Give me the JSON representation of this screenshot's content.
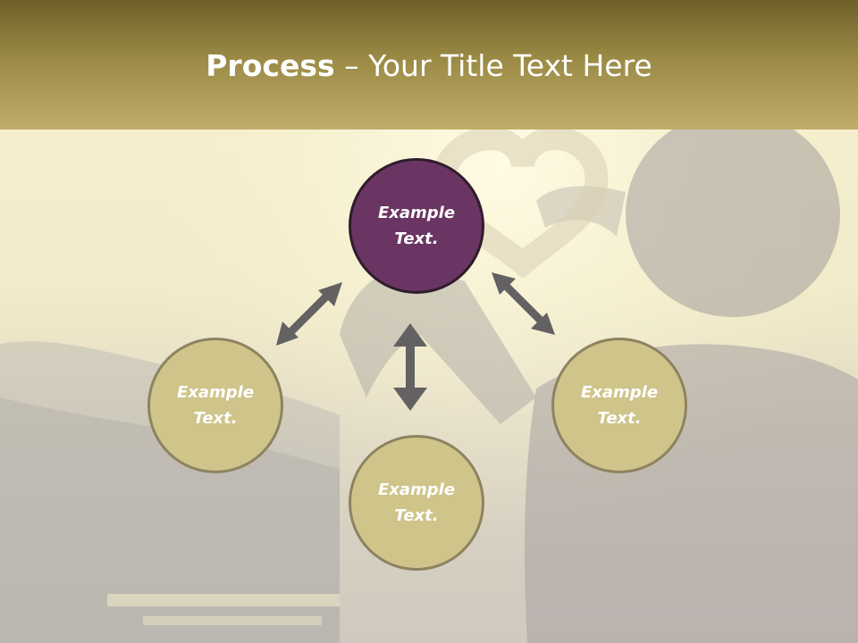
{
  "title": {
    "bold": "Process",
    "rest": " – Your Title Text Here"
  },
  "nodes": {
    "top": {
      "text": "Example\nText."
    },
    "left": {
      "text": "Example\nText."
    },
    "right": {
      "text": "Example\nText."
    },
    "bottom": {
      "text": "Example\nText."
    }
  },
  "colors": {
    "header": "#9a8a45",
    "accent_node": "#6a3563",
    "node_fill": "#cfc48a",
    "arrow": "#636161"
  },
  "icons": {
    "connector": "double-headed-arrow-icon",
    "background": "heart-hands-photo"
  }
}
